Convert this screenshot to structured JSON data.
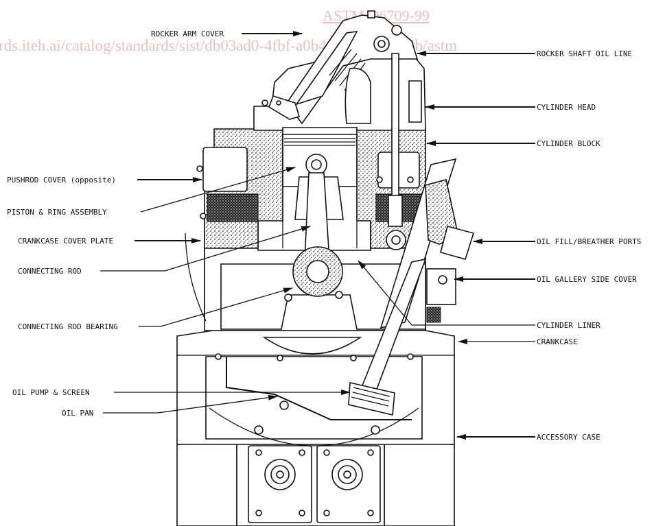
{
  "watermark": {
    "top": "ASTM D6709-99",
    "url": "rds.iteh.ai/catalog/standards/sist/db03ad0-4fbf-a0b4-c1413f28309b/astm"
  },
  "labels": {
    "rocker_arm_cover": "ROCKER ARM COVER",
    "rocker_shaft_oil_line": "ROCKER SHAFT OIL LINE",
    "cylinder_head": "CYLINDER HEAD",
    "cylinder_block": "CYLINDER BLOCK",
    "pushrod_cover": "PUSHROD COVER (opposite)",
    "piston_ring_assembly": "PISTON & RING ASSEMBLY",
    "crankcase_cover_plate": "CRANKCASE COVER PLATE",
    "oil_fill_breather_ports": "OIL FILL/BREATHER PORTS",
    "connecting_rod": "CONNECTING ROD",
    "oil_gallery_side_cover": "OIL GALLERY SIDE COVER",
    "connecting_rod_bearing": "CONNECTING ROD BEARING",
    "cylinder_liner": "CYLINDER LINER",
    "crankcase": "CRANKCASE",
    "oil_pump_screen": "OIL PUMP & SCREEN",
    "oil_pan": "OIL PAN",
    "accessory_case": "ACCESSORY CASE"
  }
}
